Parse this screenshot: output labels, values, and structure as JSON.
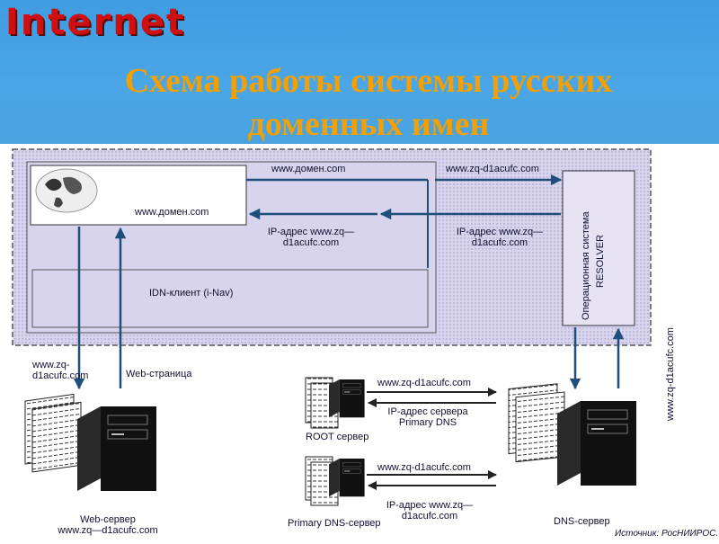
{
  "header": {
    "logo_text": "Internet",
    "title_line1": "Схема работы системы русских",
    "title_line2": "доменных имен"
  },
  "diagram": {
    "browser_url": "www.домен.com",
    "request_top": "www.домен.com",
    "request_to_os": "www.zq-d1acufc.com",
    "reply_left_line1": "IP-адрес www.zq—",
    "reply_left_line2": "d1acufc.com",
    "reply_right_line1": "IP-адрес www.zq—",
    "reply_right_line2": "d1acufc.com",
    "idn_client": "IDN-клиент (i-Nav)",
    "os_line1": "Операционная система",
    "os_line2": "RESOLVER",
    "os_to_dns": "www.zq-d1acufc.com",
    "web_request_line1": "www.zq-",
    "web_request_line2": "d1acufc.com",
    "web_page": "Web-страница",
    "root_request": "www.zq-d1acufc.com",
    "root_reply_line1": "IP-адрес сервера",
    "root_reply_line2": "Primary DNS",
    "root_server": "ROOT сервер",
    "primary_request": "www.zq-d1acufc.com",
    "primary_reply_line1": "IP-адрес www.zq—",
    "primary_reply_line2": "d1acufc.com",
    "primary_server": "Primary DNS-сервер",
    "web_server_line1": "Web-сервер",
    "web_server_line2": "www.zq—d1acufc.com",
    "dns_server": "DNS-сервер",
    "source": "Источник: РосНИИРОС."
  },
  "colors": {
    "header_bg": "#4aa6e6",
    "logo": "#d01010",
    "title": "#f3a000",
    "frame_fill": "#d9d4ee",
    "arrow": "#1e4f7a"
  },
  "icons": {
    "browser": "world-map-icon",
    "server": "server-tower-icon",
    "documents": "document-stack-icon"
  }
}
